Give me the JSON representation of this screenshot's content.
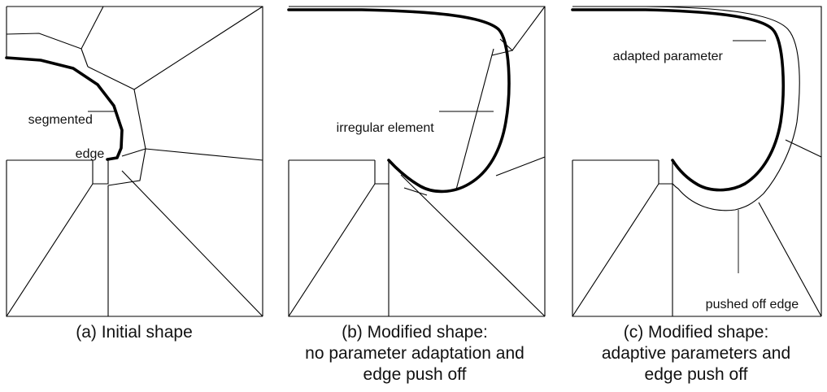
{
  "panels": [
    {
      "id": "a",
      "caption_lines": [
        "(a) Initial shape"
      ],
      "callouts": [
        {
          "id": "segmented-edge",
          "lines": [
            "segmented",
            "edge"
          ]
        }
      ]
    },
    {
      "id": "b",
      "caption_lines": [
        "(b) Modified shape:",
        "no parameter adaptation and",
        "edge push off"
      ],
      "callouts": [
        {
          "id": "irregular-element",
          "lines": [
            "irregular element"
          ]
        }
      ]
    },
    {
      "id": "c",
      "caption_lines": [
        "(c) Modified shape:",
        "adaptive parameters and",
        "edge push off"
      ],
      "callouts": [
        {
          "id": "adapted-parameter",
          "lines": [
            "adapted parameter"
          ]
        },
        {
          "id": "pushed-off-edge",
          "lines": [
            "pushed off edge"
          ]
        }
      ]
    }
  ],
  "colors": {
    "stroke": "#000000",
    "text": "#111111",
    "background": "#ffffff"
  }
}
